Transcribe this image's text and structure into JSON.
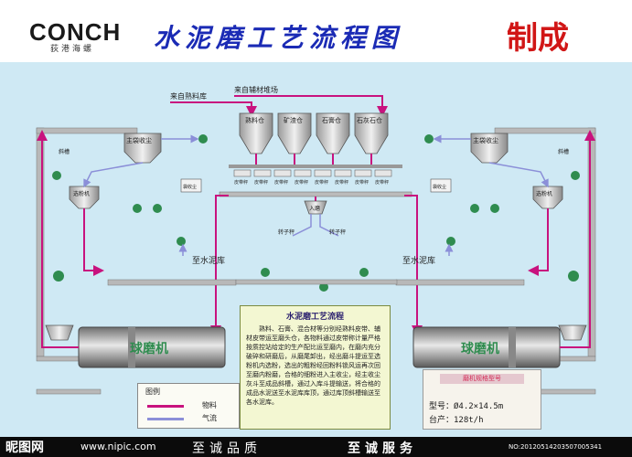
{
  "header": {
    "logo_text": "CONCH",
    "logo_sub": "荻港海螺",
    "title": "水泥磨工艺流程图",
    "stamp": "制成"
  },
  "sources": {
    "clinker": "来自熟料库",
    "aux": "来自辅材堆场"
  },
  "silos": [
    "熟料仓",
    "矿渣仓",
    "石膏仓",
    "石灰石仓"
  ],
  "labels": {
    "left_collector": "主袋收尘",
    "right_collector": "主袋收尘",
    "left_separator": "选粉机",
    "right_separator": "选粉机",
    "chute": "斜槽",
    "left_storage": "至水泥库",
    "right_storage": "至水泥库",
    "left_mill": "球磨机",
    "right_mill": "球磨机",
    "feed_hopper": "入磨",
    "scale_left": "转子秤",
    "scale_right": "转子秤",
    "left_small_collector": "袋收尘",
    "right_small_collector": "袋收尘"
  },
  "belts": [
    "皮带秤",
    "皮带秤",
    "皮带秤",
    "皮带秤",
    "皮带秤",
    "皮带秤",
    "皮带秤",
    "皮带秤"
  ],
  "description": {
    "title": "水泥磨工艺流程",
    "body": "熟料、石膏、混合材等分别经熟料皮带、辅材皮带运至磨头仓，各物料通过皮带称计量严格按质控站给定的生产配比运至磨内，在磨内充分破碎和研磨后，从磨尾卸出，经出磨斗提运至选粉机内选粉，选出的粗粉经回粉料锁风运再次回至磨内粉磨，合格的细粉进入主收尘，经主收尘灰斗至成品斜槽，通过入库斗提输送，将合格的成品水泥送至水泥库库顶，通过库顶斜槽输送至各水泥库。"
  },
  "legend": {
    "title": "图例",
    "material": "物料",
    "air": "气流"
  },
  "spec": {
    "header": "磨机规格型号",
    "model": "型号：Ø4.2×14.5m",
    "output": "台产：128t/h"
  },
  "footer": {
    "site": "昵图网",
    "url": "www.nipic.com",
    "slogan": "至诚品质",
    "slogan2": "至诚服务",
    "id": "NO:20120514203507005341"
  },
  "colors": {
    "material": "#c8127e",
    "air": "#8b8fd8",
    "equipment_green": "#2f8c4f",
    "title_blue": "#1b2bb5",
    "stamp_red": "#d11616"
  }
}
